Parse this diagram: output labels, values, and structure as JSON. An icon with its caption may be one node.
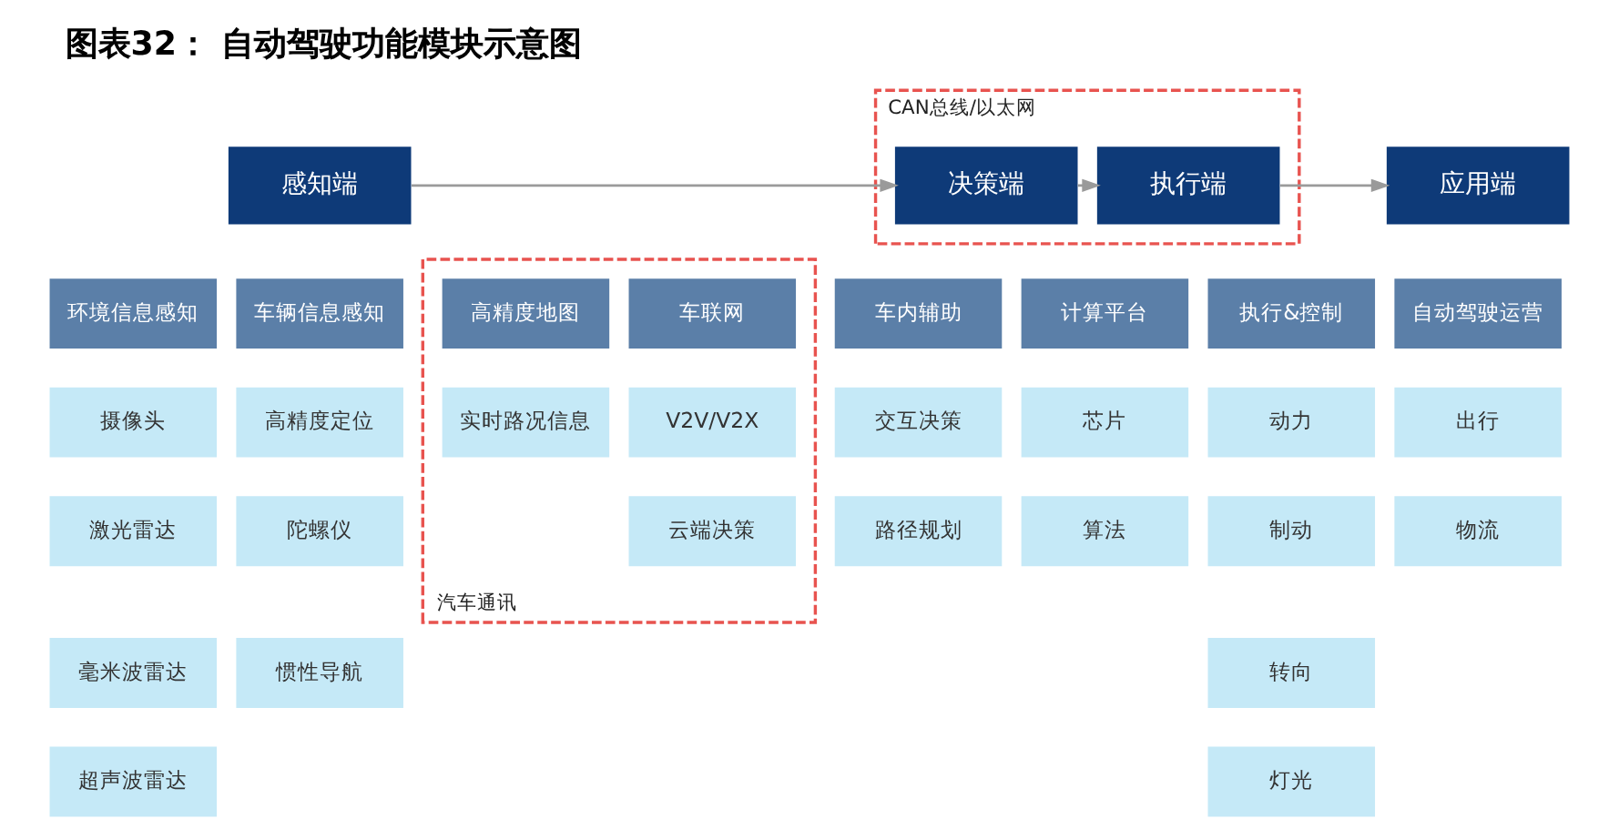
{
  "diagram": {
    "title": "图表32： 自动驾驶功能模块示意图",
    "nodes": [
      {
        "text": [
          "CAN总线/以太网"
        ]
      },
      {
        "text": [
          "感知端"
        ]
      },
      {
        "text": [
          "决策端"
        ],
        "in": 0
      },
      {
        "text": [
          "执行端"
        ],
        "in": 0
      },
      {
        "text": [
          "应用端"
        ]
      },
      {
        "text": [
          "汽车通讯"
        ]
      },
      {
        "text": [
          "环境信息感知"
        ]
      },
      {
        "text": [
          "车辆信息感知"
        ]
      },
      {
        "text": [
          "高精度地图"
        ],
        "in": 5
      },
      {
        "text": [
          "车联网"
        ],
        "in": 5
      },
      {
        "text": [
          "车内辅助"
        ]
      },
      {
        "text": [
          "计算平台"
        ]
      },
      {
        "text": [
          "执行&控制"
        ]
      },
      {
        "text": [
          "自动驾驶运营"
        ]
      },
      {
        "text": [
          "摄像头"
        ]
      },
      {
        "text": [
          "高精度定位"
        ]
      },
      {
        "text": [
          "实时路况信息"
        ],
        "in": 5
      },
      {
        "text": [
          "V2V/V2X"
        ],
        "in": 5
      },
      {
        "text": [
          "交互决策"
        ]
      },
      {
        "text": [
          "芯片"
        ]
      },
      {
        "text": [
          "动力"
        ]
      },
      {
        "text": [
          "出行"
        ]
      },
      {
        "text": [
          "激光雷达"
        ]
      },
      {
        "text": [
          "陀螺仪"
        ]
      },
      {
        "text": [
          "云端决策"
        ],
        "in": 5
      },
      {
        "text": [
          "路径规划"
        ]
      },
      {
        "text": [
          "算法"
        ]
      },
      {
        "text": [
          "制动"
        ]
      },
      {
        "text": [
          "物流"
        ]
      },
      {
        "text": [
          "毫米波雷达"
        ]
      },
      {
        "text": [
          "惯性导航"
        ]
      },
      {
        "text": [
          "转向"
        ]
      },
      {
        "text": [
          "超声波雷达"
        ]
      },
      {
        "text": [
          "灯光"
        ]
      }
    ],
    "edges": [
      {
        "from": 1,
        "to": 2,
        "arrow": "to"
      },
      {
        "from": 2,
        "to": 3,
        "arrow": "to"
      },
      {
        "from": 3,
        "to": 4,
        "arrow": "to"
      }
    ]
  }
}
